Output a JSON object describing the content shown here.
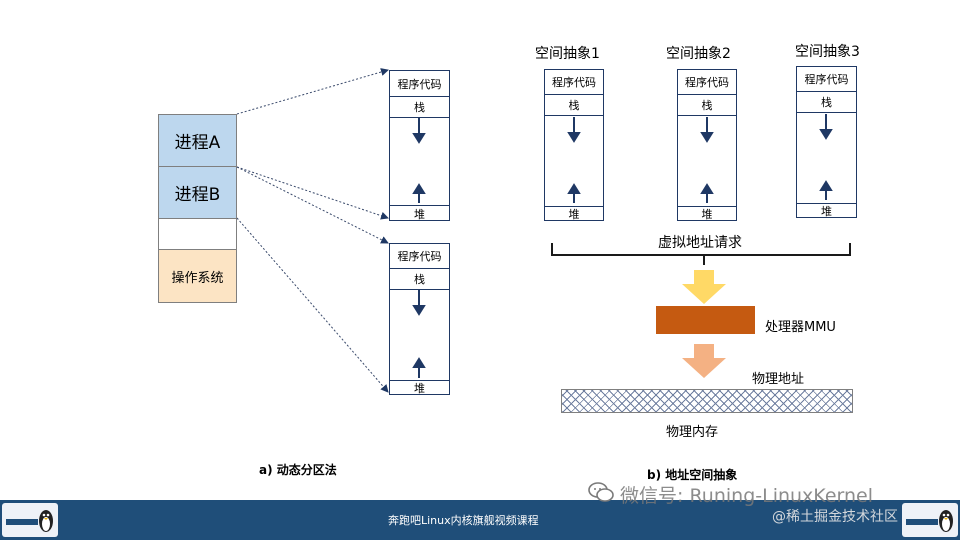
{
  "left": {
    "process_a": "进程A",
    "process_b": "进程B",
    "os": "操作系统",
    "caption": "a) 动态分区法",
    "partitions": [
      {
        "code": "程序代码",
        "stack": "栈",
        "heap": "堆"
      },
      {
        "code": "程序代码",
        "stack": "栈",
        "heap": "堆"
      }
    ]
  },
  "right": {
    "spaces": [
      {
        "title": "空间抽象1",
        "code": "程序代码",
        "stack": "栈",
        "heap": "堆"
      },
      {
        "title": "空间抽象2",
        "code": "程序代码",
        "stack": "栈",
        "heap": "堆"
      },
      {
        "title": "空间抽象3",
        "code": "程序代码",
        "stack": "栈",
        "heap": "堆"
      }
    ],
    "virtual_request": "虚拟地址请求",
    "mmu": "处理器MMU",
    "physical_address": "物理地址",
    "physical_memory": "物理内存",
    "caption": "b) 地址空间抽象"
  },
  "footer": {
    "course": "奔跑吧Linux内核旗舰视频课程",
    "wechat": "微信号: Runing-LinuxKernel",
    "watermark": "@稀土掘金技术社区"
  },
  "colors": {
    "process_fill": "#bdd7ee",
    "os_fill": "#fce4c4",
    "mmu_fill": "#c55a11",
    "yellow_arrow": "#ffd966",
    "orange_arrow": "#f4b183",
    "footer_bg": "#1f4e79"
  }
}
